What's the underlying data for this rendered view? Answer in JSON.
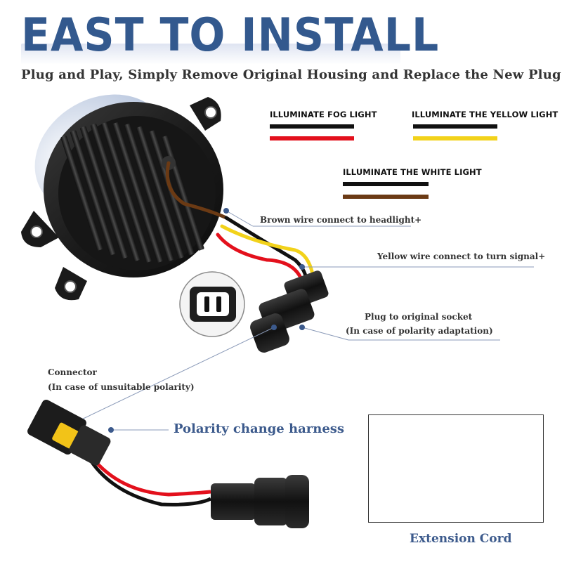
{
  "headline": "EAST TO INSTALL",
  "subtitle": "Plug and Play, Simply Remove Original Housing and Replace the New Plug",
  "legends": {
    "fog": {
      "title": "ILLUMINATE FOG LIGHT",
      "wire_colors": [
        "#111111",
        "#e3101c"
      ]
    },
    "yellow": {
      "title": "ILLUMINATE THE YELLOW LIGHT",
      "wire_colors": [
        "#111111",
        "#f2d21a"
      ]
    },
    "white": {
      "title": "ILLUMINATE THE WHITE LIGHT",
      "wire_colors": [
        "#111111",
        "#6b3a14"
      ]
    }
  },
  "callouts": {
    "brown_wire": "Brown wire connect to headlight+",
    "yellow_wire": "Yellow wire connect to turn signal+",
    "plug_line1": "Plug to original socket",
    "plug_line2": "(In case of polarity adaptation)",
    "connector_line1": "Connector",
    "connector_line2": "(In case of unsuitable polarity)"
  },
  "harness_label": "Polarity change harness",
  "extension_label": "Extension Cord",
  "colors": {
    "headline_blue": "#33598e",
    "label_blue": "#3c5a8c",
    "wire_red": "#e3101c",
    "wire_yellow": "#f2d21a",
    "wire_brown": "#6b3a14",
    "housing_black": "#1c1c1c"
  }
}
